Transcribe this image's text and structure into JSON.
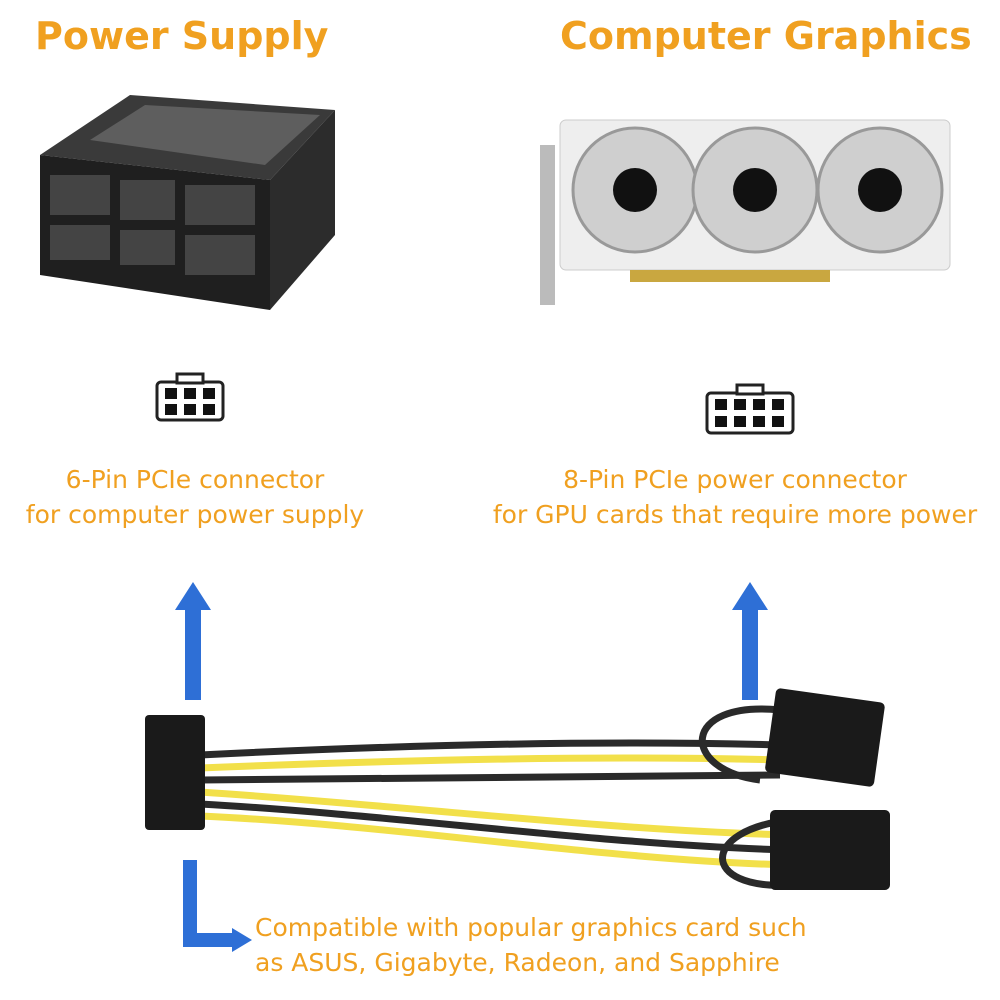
{
  "left": {
    "title": "Power Supply",
    "caption_line1": "6-Pin PCIe connector",
    "caption_line2": "for computer power supply"
  },
  "right": {
    "title": "Computer Graphics",
    "caption_line1": "8-Pin PCIe power connector",
    "caption_line2": "for GPU cards that require more power"
  },
  "bottom": {
    "line1": "Compatible with popular graphics card such",
    "line2": "as ASUS, Gigabyte, Radeon, and Sapphire"
  },
  "colors": {
    "accent": "#f0a020",
    "arrow": "#2e6fd6",
    "wire_yellow": "#f2e04a",
    "wire_black": "#2a2a2a"
  }
}
